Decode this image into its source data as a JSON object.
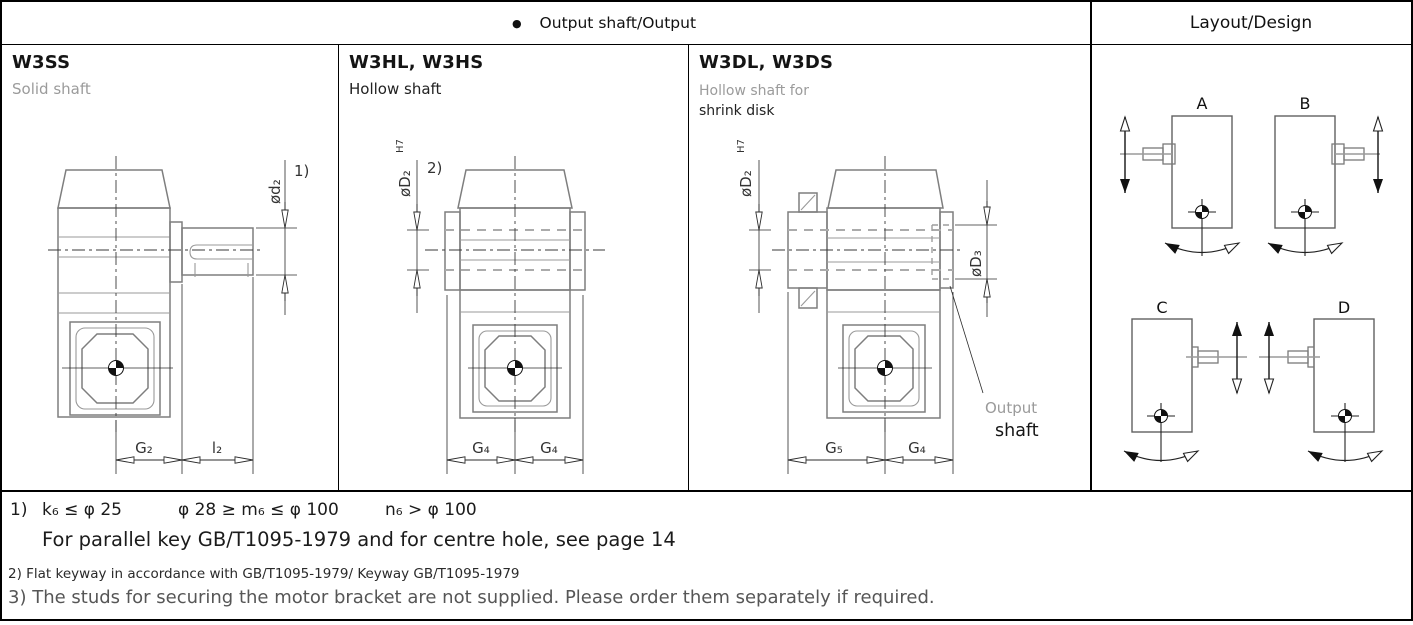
{
  "header": {
    "bullet": "●",
    "left_title": "Output shaft/Output",
    "right_title": "Layout/Design"
  },
  "columns": {
    "c1": {
      "model": "W3SS",
      "subtitle": "Solid shaft"
    },
    "c2": {
      "model": "W3HL, W3HS",
      "subtitle": "Hollow shaft"
    },
    "c3": {
      "model": "W3DL, W3DS",
      "subtitle_line1": "Hollow shaft for",
      "subtitle_line2": "shrink disk"
    }
  },
  "diagrams": {
    "w3ss": {
      "dia_label": "ød₂",
      "note_ref": "1)",
      "dim_left": "G₂",
      "dim_right": "l₂"
    },
    "w3hl": {
      "dia_label": "øD₂",
      "fit": "H7",
      "note_ref": "2)",
      "dim_left": "G₄",
      "dim_right": "G₄"
    },
    "w3dl": {
      "dia_label": "øD₂",
      "fit": "H7",
      "dia_label_right": "øD₃",
      "dim_left": "G₅",
      "dim_right": "G₄",
      "callout_word1": "Output",
      "callout_word2": "shaft"
    }
  },
  "layouts": {
    "a": "A",
    "b": "B",
    "c": "C",
    "d": "D"
  },
  "notes": {
    "n1_ref": "1)",
    "n1_expr1": "k₆ ≤ φ 25",
    "n1_expr2": "φ 28 ≥ m₆ ≤ φ 100",
    "n1_expr3": "n₆ > φ 100",
    "n1_text": "For parallel key GB/T1095-1979 and for centre hole, see page 14",
    "n2_text": "2) Flat keyway in accordance with GB/T1095-1979/ Keyway GB/T1095-1979",
    "n3_text": "3) The studs for securing the motor bracket are not supplied. Please order them separately if required."
  }
}
